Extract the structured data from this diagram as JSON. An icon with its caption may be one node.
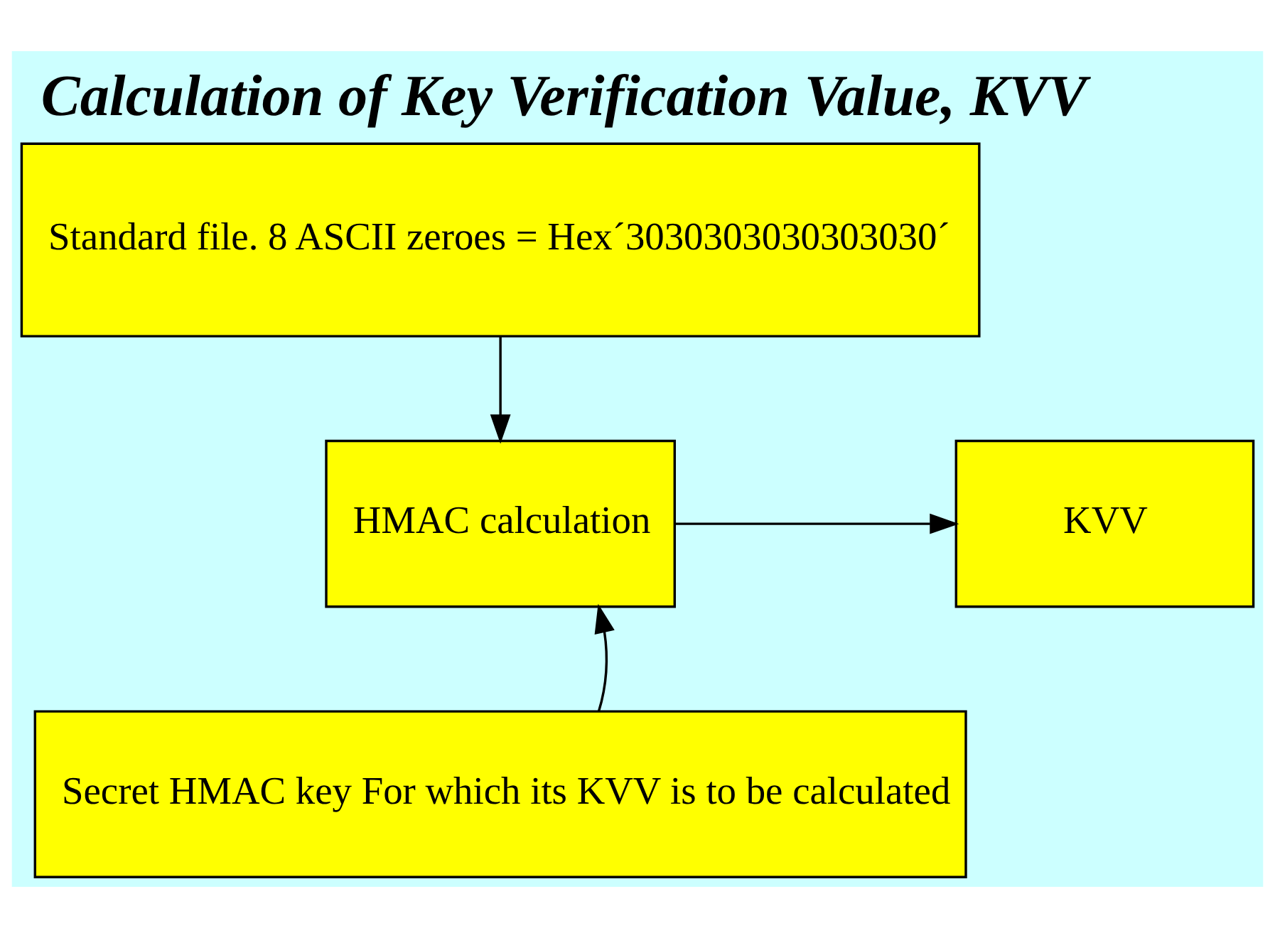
{
  "diagram": {
    "title": "Calculation of Key Verification Value, KVV",
    "nodes": [
      {
        "text": [
          "Standard file. 8 ASCII zeroes = Hex´3030303030303030´"
        ]
      },
      {
        "text": [
          "HMAC calculation"
        ]
      },
      {
        "text": [
          "KVV"
        ]
      },
      {
        "text": [
          "Secret HMAC key For which its KVV is to be calculated"
        ]
      }
    ],
    "edges": [
      {
        "from": 0,
        "to": 1,
        "arrow": "to"
      },
      {
        "from": 1,
        "to": 2,
        "arrow": "to"
      },
      {
        "from": 3,
        "to": 1,
        "arrow": "to"
      }
    ]
  }
}
